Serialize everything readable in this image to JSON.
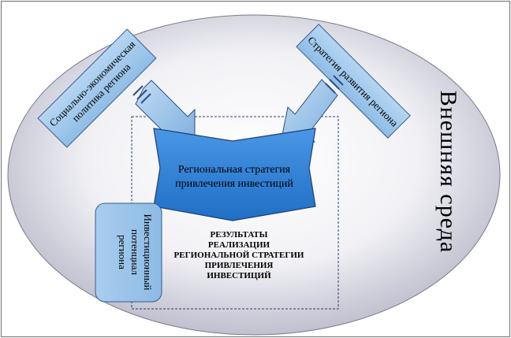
{
  "diagram": {
    "outer_label": "Внешняя среда",
    "left_box": {
      "lines": [
        "Социально-экономическая",
        "политика региона"
      ]
    },
    "right_box": {
      "lines": [
        "Стратегия развития региона"
      ]
    },
    "center_box": {
      "lines": [
        "Региональная стратегия",
        "привлечения инвестиций"
      ]
    },
    "potential_box": {
      "lines": [
        "Инвестиционный",
        "потенциал",
        "региона"
      ]
    },
    "results": {
      "lines": [
        "РЕЗУЛЬТАТЫ",
        "РЕАЛИЗАЦИИ",
        "РЕГИОНАЛЬНОЙ СТРАТЕГИИ",
        "ПРИВЛЕЧЕНИЯ",
        "ИНВЕСТИЦИЙ"
      ]
    }
  },
  "colors": {
    "ellipse_inner": "#ffffff",
    "ellipse_outer": "#b9b9c9",
    "box_fill": "#9ec5ea",
    "center_fill": "#2e7fd6",
    "border": "#3a5a8a",
    "text": "#000000"
  }
}
